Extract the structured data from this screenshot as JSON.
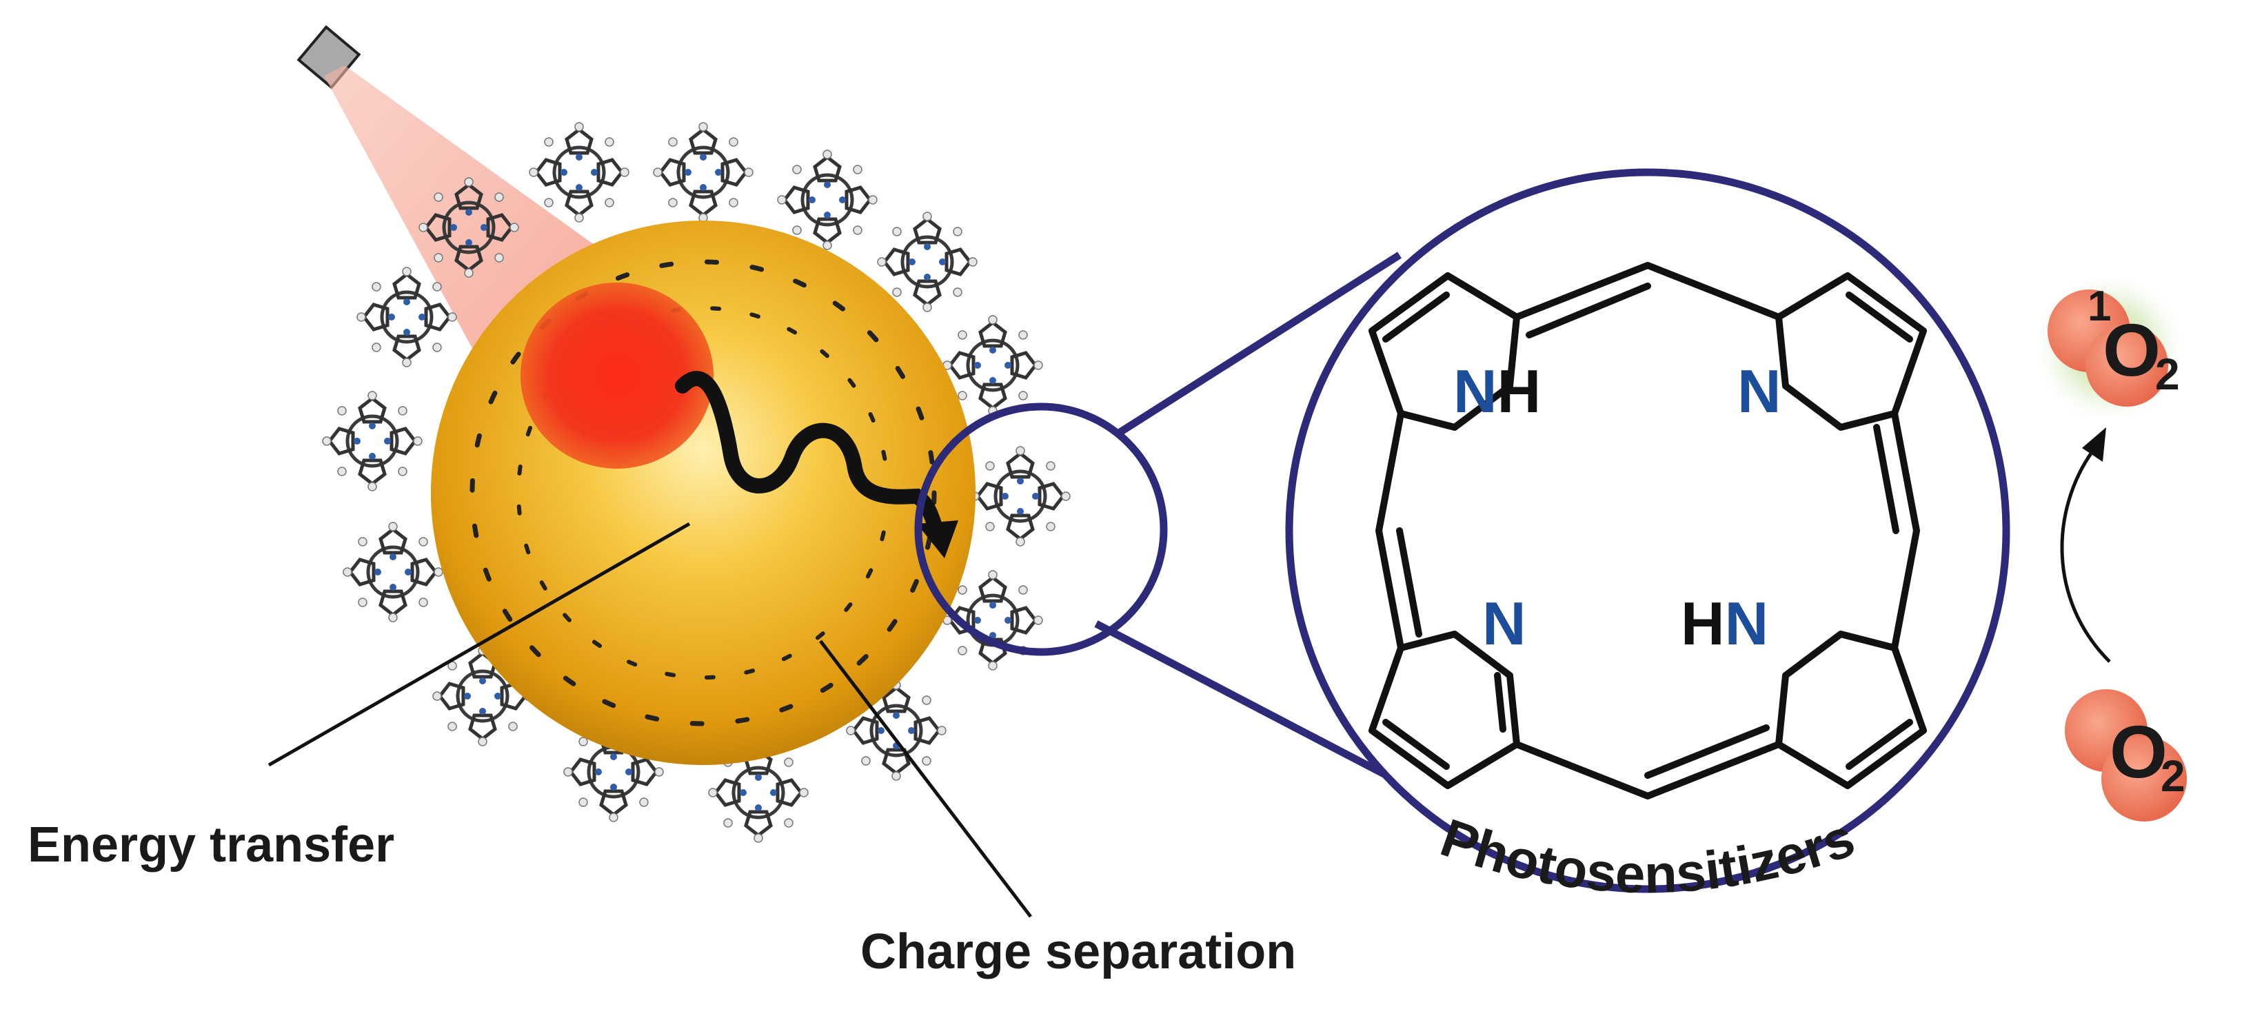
{
  "labels": {
    "energy_transfer": "Energy transfer",
    "charge_separation": "Charge separation",
    "photosensitizers": "Photosensitizers"
  },
  "oxygen": {
    "singlet": {
      "superscript": "1",
      "symbol": "O",
      "subscript": "2"
    },
    "ground": {
      "symbol": "O",
      "subscript": "2"
    }
  },
  "porphyrin": {
    "nh_top": {
      "n": "N",
      "h": "H"
    },
    "n_top": "N",
    "n_bottom": "N",
    "hn_bottom": {
      "h": "H",
      "n": "N"
    }
  },
  "charges": {
    "minus": "-",
    "plus": "+"
  },
  "colors": {
    "nitrogen": "#1d4e9b",
    "sphere_core": "#ffe48a",
    "sphere_edge": "#c98a00",
    "zoom_circle": "#2e2a7a",
    "oxygen": "#f08a70",
    "light_beam": "#f7b5a6"
  }
}
